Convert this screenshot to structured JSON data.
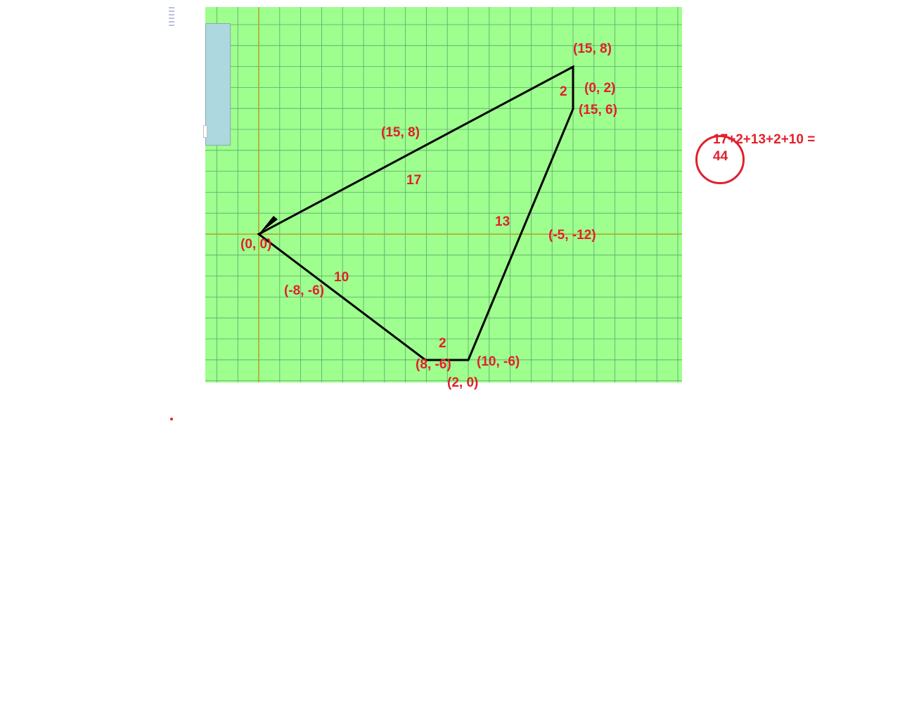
{
  "total": {
    "line1": "17+2+13+2+10 =",
    "line2": "44"
  },
  "labels": {
    "v_top": "(15, 8)",
    "v_right": "(15, 6)",
    "v_origin": "(0, 0)",
    "v_bottom_left": "(8, -6)",
    "v_bottom_right": "(10, -6)",
    "vec_top_edge": "(15, 8)",
    "vec_right_short": "(0, 2)",
    "vec_long_right": "(-5, -12)",
    "vec_left_bottom": "(-8, -6)",
    "vec_bottom": "(2, 0)",
    "len_top_edge": "17",
    "len_right_short": "2",
    "len_long_right": "13",
    "len_left_bottom": "10",
    "len_bottom": "2"
  },
  "colors": {
    "grid_bg": "#9efe8e",
    "grid_line": "#5aa86c",
    "axis": "#b5a020",
    "annotation": "#e2202c",
    "shape": "#000000",
    "panel": "#add8e0"
  }
}
